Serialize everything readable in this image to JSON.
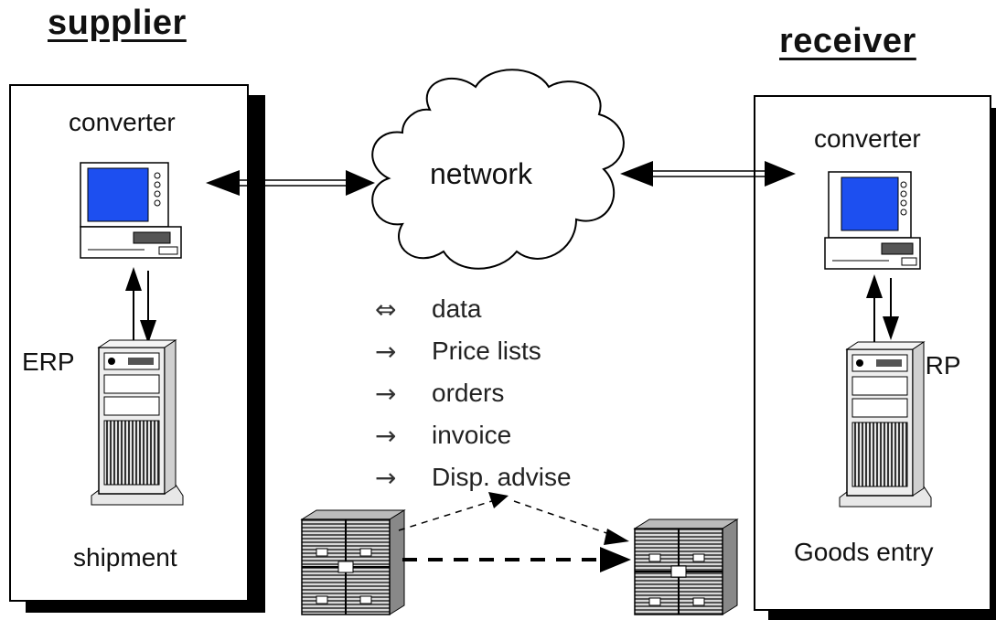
{
  "supplier": {
    "heading": "supplier",
    "converter_label": "converter",
    "erp_label": "ERP",
    "bottom_label": "shipment"
  },
  "receiver": {
    "heading": "receiver",
    "converter_label": "converter",
    "erp_label": "ERP",
    "bottom_label": "Goods entry"
  },
  "network": {
    "label": "network"
  },
  "legend": [
    {
      "symbol": "⇔",
      "text": "data"
    },
    {
      "symbol": "→",
      "text": "Price lists"
    },
    {
      "symbol": "→",
      "text": "orders"
    },
    {
      "symbol": "→",
      "text": "invoice"
    },
    {
      "symbol": "→",
      "text": "Disp. advise"
    }
  ],
  "colors": {
    "screen": "#1d4ff0",
    "line": "#000000",
    "panel": "#ffffff"
  }
}
